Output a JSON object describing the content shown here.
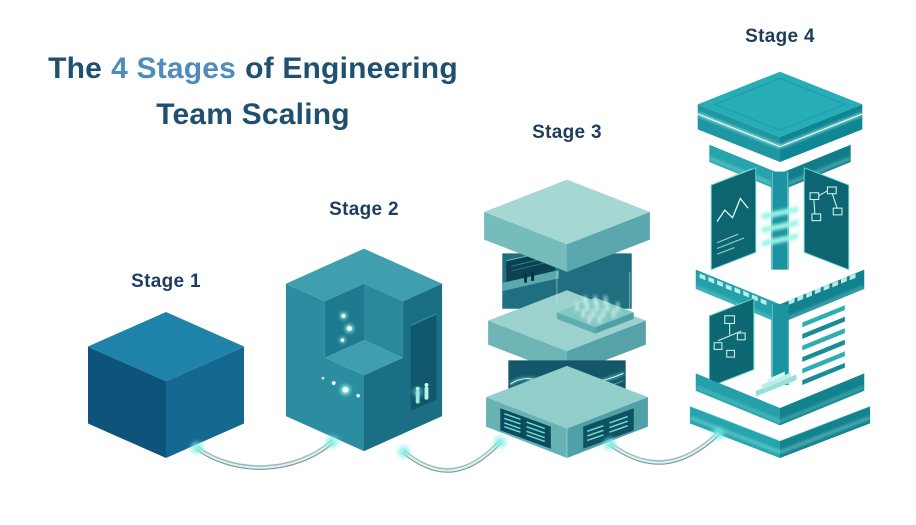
{
  "page": {
    "background": "#ffffff"
  },
  "header": {
    "title_prefix": "The",
    "title_accent": "4 Stages",
    "title_suffix": "of Engineering",
    "title_line2": "Team Scaling"
  },
  "stages": [
    {
      "label": "Stage 1",
      "illustration": "single-cube"
    },
    {
      "label": "Stage 2",
      "illustration": "stepped-block-with-team-niche"
    },
    {
      "label": "Stage 3",
      "illustration": "stacked-modules-with-team-and-servers"
    },
    {
      "label": "Stage 4",
      "illustration": "complex-data-tower"
    }
  ],
  "colors": {
    "background": "#ffffff",
    "title_navy": "#20506f",
    "title_accent_blue": "#4d8cbd",
    "label_navy": "#1d3c5e",
    "stage1_blue": "#1f82a9",
    "stage2_teal": "#2e8ea0",
    "stage3_seafoam": "#8fcdc9",
    "stage4_teal": "#27adb6",
    "glow_cyan": "#8df2e4",
    "cable_grey": "#9fc5c4"
  }
}
